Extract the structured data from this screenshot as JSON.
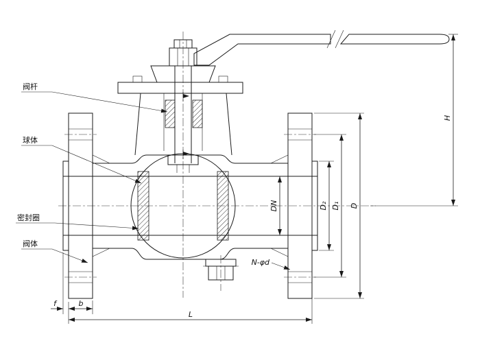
{
  "drawing": {
    "part_labels": {
      "stem": "阀杆",
      "ball": "球体",
      "seal_ring": "密封圈",
      "body": "阀体"
    },
    "dim_labels": {
      "h": "H",
      "d": "D",
      "d1": "D₁",
      "d2": "D₂",
      "dn": "DN",
      "bolt_holes": "N-φd",
      "l": "L",
      "f": "f",
      "b": "b"
    },
    "colors": {
      "line": "#1a1a1a",
      "background": "#ffffff"
    }
  }
}
